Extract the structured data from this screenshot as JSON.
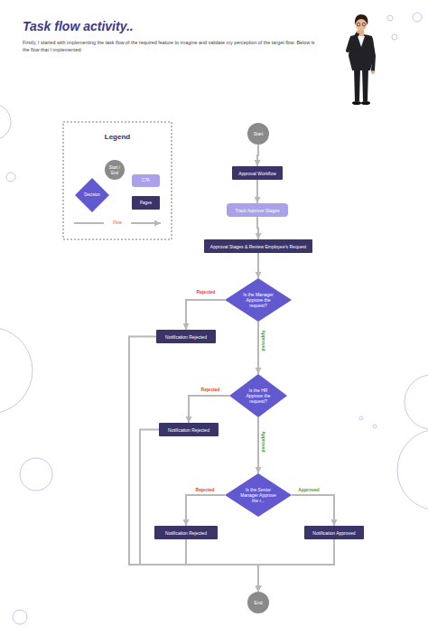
{
  "diagram": {
    "title": "Task flow activity..",
    "nodes": [
      {
        "text": [
          "Start"
        ]
      },
      {
        "text": [
          "Approval Workflow"
        ]
      },
      {
        "text": [
          "Track Approve Stages"
        ]
      },
      {
        "text": [
          "Approval Stages & Review Employee's Request"
        ]
      },
      {
        "text": [
          "Is the Manager Approve the request?"
        ]
      },
      {
        "text": [
          "Notification Rejected"
        ]
      },
      {
        "text": [
          "Is the HR Approve the request?"
        ]
      },
      {
        "text": [
          "Notification Rejected"
        ]
      },
      {
        "text": [
          "Is the Senior Manager Approve the r..."
        ]
      },
      {
        "text": [
          "Notification Rejected"
        ]
      },
      {
        "text": [
          "Notification Approved"
        ]
      },
      {
        "text": [
          "End"
        ]
      }
    ],
    "edges": [
      {
        "from": 0,
        "to": 1,
        "arrow": "to"
      },
      {
        "from": 1,
        "to": 2,
        "arrow": "to"
      },
      {
        "from": 2,
        "to": 3,
        "arrow": "to"
      },
      {
        "from": 3,
        "to": 4,
        "arrow": "to"
      },
      {
        "from": 4,
        "to": 5,
        "label": "Rejected",
        "arrow": "to"
      },
      {
        "from": 4,
        "to": 6,
        "label": "Approved",
        "arrow": "to"
      },
      {
        "from": 6,
        "to": 7,
        "label": "Rejected",
        "arrow": "to"
      },
      {
        "from": 6,
        "to": 8,
        "label": "Approved",
        "arrow": "to"
      },
      {
        "from": 8,
        "to": 9,
        "label": "Rejected",
        "arrow": "to"
      },
      {
        "from": 8,
        "to": 10,
        "label": "Approved",
        "arrow": "to"
      },
      {
        "from": 5,
        "to": 11,
        "arrow": "to"
      },
      {
        "from": 7,
        "to": 11,
        "arrow": "to"
      },
      {
        "from": 9,
        "to": 11,
        "arrow": "to"
      },
      {
        "from": 10,
        "to": 11,
        "arrow": "to"
      }
    ],
    "labels": [
      "Firstly, I started with implementing the task flow of the required feature to imagine and validate my perception of the target flow. Below is the flow that I implemented:",
      "Legend"
    ],
    "legend": [
      {
        "text": "Start / End",
        "color": "#8a8a8a"
      },
      {
        "text": "Decision",
        "color": "#6258cf"
      },
      {
        "text": "CTA",
        "color": "#a9a1ea"
      },
      {
        "text": "Pages",
        "color": "#3a3468"
      },
      {
        "text": "Flow"
      }
    ]
  }
}
